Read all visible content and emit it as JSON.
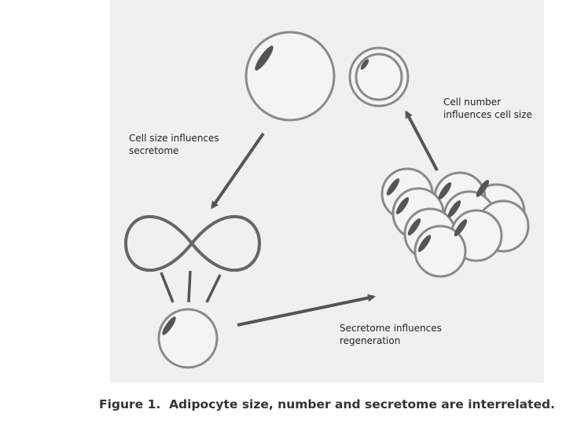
{
  "labels": {
    "size_secretome": "Cell size influences\nsecretome",
    "number_size": "Cell number\ninfluences cell size",
    "secretome_regeneration": "Secretome influences\nregeneration"
  },
  "caption": {
    "prefix": "Figure 1.",
    "text": "Adipocyte size, number and secretome are interrelated."
  }
}
